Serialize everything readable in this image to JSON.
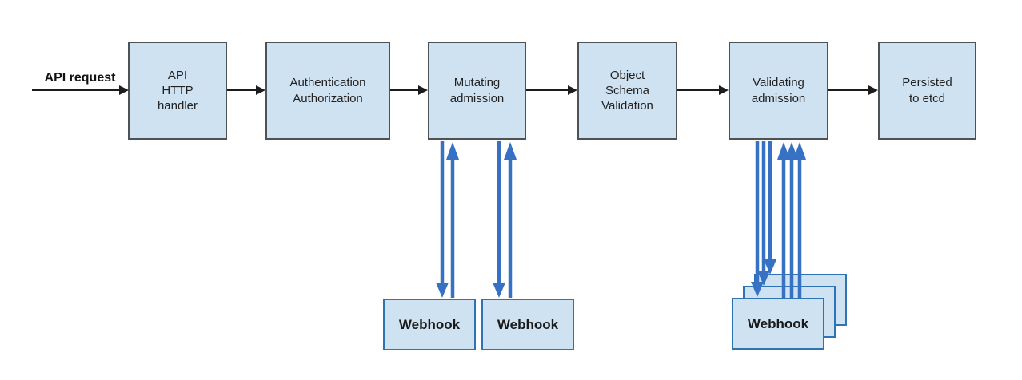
{
  "colors": {
    "box-fill": "#cfe2f2",
    "box-border": "#4d5257",
    "webhook-border": "#2e74b5",
    "arrow-blue": "#3771c4",
    "arrow-black": "#1c1c1c",
    "text": "#212121",
    "background": "#ffffff"
  },
  "request_label": "API request",
  "boxes": [
    {
      "id": "api-http-handler",
      "lines": [
        "API",
        "HTTP",
        "handler"
      ]
    },
    {
      "id": "authentication-authorization",
      "lines": [
        "Authentication",
        "Authorization"
      ]
    },
    {
      "id": "mutating-admission",
      "lines": [
        "Mutating",
        "admission"
      ]
    },
    {
      "id": "object-schema-validation",
      "lines": [
        "Object",
        "Schema",
        "Validation"
      ]
    },
    {
      "id": "validating-admission",
      "lines": [
        "Validating",
        "admission"
      ]
    },
    {
      "id": "persisted-to-etcd",
      "lines": [
        "Persisted",
        "to etcd"
      ]
    }
  ],
  "webhooks": {
    "mutating": [
      "Webhook",
      "Webhook"
    ],
    "validating": [
      "Webhook",
      "Webhook",
      "Webhook"
    ]
  }
}
